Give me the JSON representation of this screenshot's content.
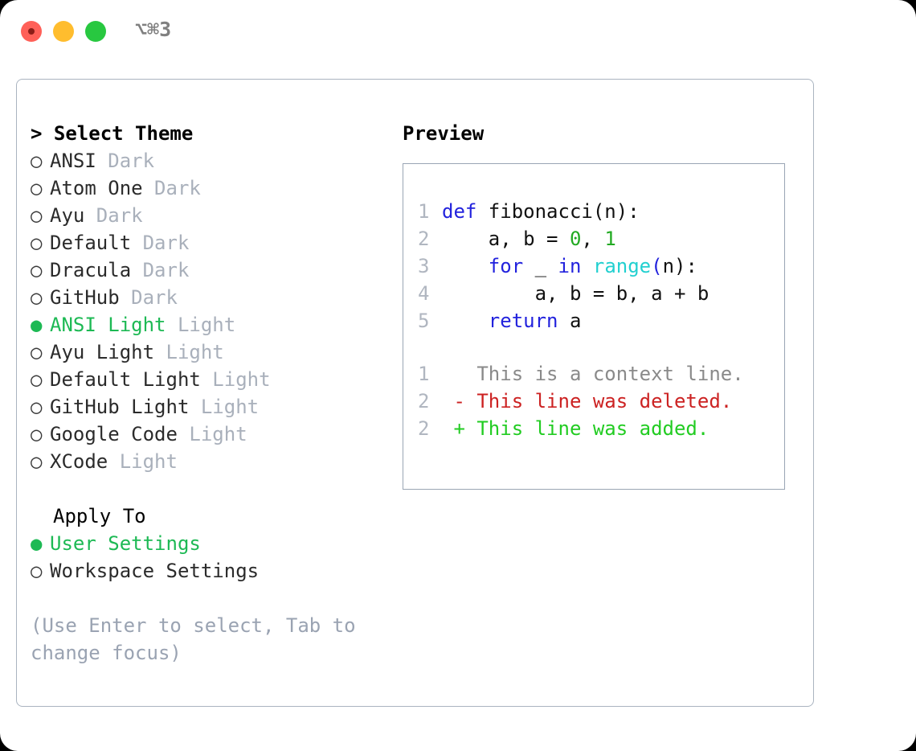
{
  "titlebar": {
    "shortcut": "⌥⌘3",
    "buttons": {
      "close": "close",
      "minimize": "minimize",
      "maximize": "maximize"
    }
  },
  "theme_picker": {
    "header": "> Select Theme",
    "items": [
      {
        "bullet": "○",
        "label": "ANSI",
        "kind": "Dark",
        "selected": false
      },
      {
        "bullet": "○",
        "label": "Atom One",
        "kind": "Dark",
        "selected": false
      },
      {
        "bullet": "○",
        "label": "Ayu",
        "kind": "Dark",
        "selected": false
      },
      {
        "bullet": "○",
        "label": "Default",
        "kind": "Dark",
        "selected": false
      },
      {
        "bullet": "○",
        "label": "Dracula",
        "kind": "Dark",
        "selected": false
      },
      {
        "bullet": "○",
        "label": "GitHub",
        "kind": "Dark",
        "selected": false
      },
      {
        "bullet": "●",
        "label": "ANSI Light",
        "kind": "Light",
        "selected": true
      },
      {
        "bullet": "○",
        "label": "Ayu Light",
        "kind": "Light",
        "selected": false
      },
      {
        "bullet": "○",
        "label": "Default Light",
        "kind": "Light",
        "selected": false
      },
      {
        "bullet": "○",
        "label": "GitHub Light",
        "kind": "Light",
        "selected": false
      },
      {
        "bullet": "○",
        "label": "Google Code",
        "kind": "Light",
        "selected": false
      },
      {
        "bullet": "○",
        "label": "XCode",
        "kind": "Light",
        "selected": false
      }
    ]
  },
  "apply_to": {
    "header": "Apply To",
    "items": [
      {
        "bullet": "●",
        "label": "User Settings",
        "selected": true
      },
      {
        "bullet": "○",
        "label": "Workspace Settings",
        "selected": false
      }
    ]
  },
  "help": {
    "text": "(Use Enter to select, Tab to change focus)"
  },
  "preview": {
    "header": "Preview",
    "code": [
      {
        "no": "1",
        "tokens": [
          {
            "t": "def",
            "c": "kw"
          },
          {
            "t": " fibonacci",
            "c": "id"
          },
          {
            "t": "(n):",
            "c": "op"
          }
        ]
      },
      {
        "no": "2",
        "tokens": [
          {
            "t": "    a, b = ",
            "c": "id"
          },
          {
            "t": "0",
            "c": "num"
          },
          {
            "t": ", ",
            "c": "id"
          },
          {
            "t": "1",
            "c": "num"
          }
        ]
      },
      {
        "no": "3",
        "tokens": [
          {
            "t": "    ",
            "c": "id"
          },
          {
            "t": "for",
            "c": "kw"
          },
          {
            "t": " _ ",
            "c": "id"
          },
          {
            "t": "in",
            "c": "kw"
          },
          {
            "t": " ",
            "c": "id"
          },
          {
            "t": "range",
            "c": "fn"
          },
          {
            "t": "(",
            "c": "kw"
          },
          {
            "t": "n):",
            "c": "id"
          }
        ]
      },
      {
        "no": "4",
        "tokens": [
          {
            "t": "        a, b = b, a + b",
            "c": "id"
          }
        ]
      },
      {
        "no": "5",
        "tokens": [
          {
            "t": "    ",
            "c": "id"
          },
          {
            "t": "return",
            "c": "kw"
          },
          {
            "t": " a",
            "c": "id"
          }
        ]
      }
    ],
    "diff": [
      {
        "no": "1",
        "marker": " ",
        "text": "This is a context line.",
        "kind": "ctx"
      },
      {
        "no": "2",
        "marker": "-",
        "text": "This line was deleted.",
        "kind": "del"
      },
      {
        "no": "2",
        "marker": "+",
        "text": "This line was added.",
        "kind": "add"
      }
    ]
  },
  "colors": {
    "selected_green": "#1db954",
    "keyword_blue": "#2222dd",
    "function_cyan": "#22d0d0",
    "number_green": "#22aa22",
    "diff_delete_red": "#cc2222",
    "diff_add_green": "#22cc22",
    "muted_gray": "#a9b0bb",
    "border": "#aab4c0"
  }
}
